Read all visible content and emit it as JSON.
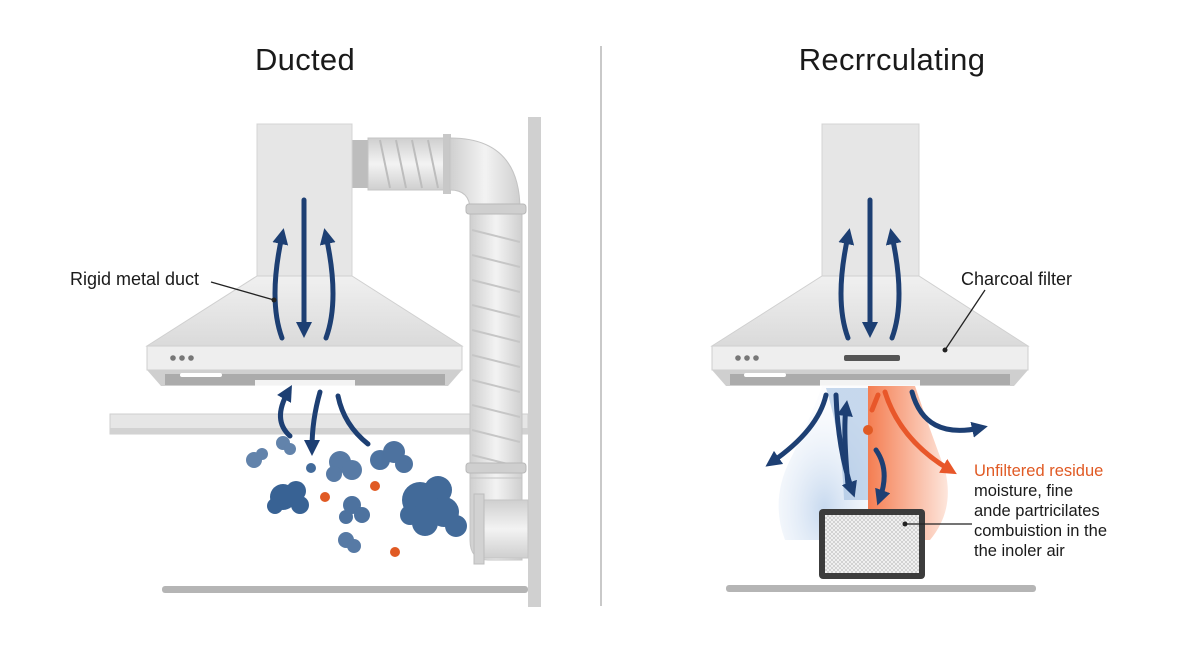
{
  "left_panel": {
    "title": "Ducted",
    "callout": "Rigid metal duct"
  },
  "right_panel": {
    "title": "Recrrculating",
    "callout": "Charcoal filter",
    "note_residue": "Unfiltered residue",
    "note_lines": [
      "moisture, fine",
      "ande partricilates",
      "combuistion in the",
      "the inoler air"
    ]
  },
  "colors": {
    "arrow_blue": "#1d3f73",
    "smoke_blue": "#2e5a8f",
    "particle_orange": "#e05a24",
    "hood_gray": "#e3e3e3",
    "hood_outline": "#c2c2c2",
    "duct_gray": "#dcdcdc",
    "plume_blue": "#a9c4e4",
    "plume_orange": "#f47a4c"
  },
  "icons": [
    "range-hood-icon",
    "duct-pipe-icon",
    "smoke-cloud-icon",
    "airflow-arrow-icon",
    "charcoal-filter-icon"
  ]
}
